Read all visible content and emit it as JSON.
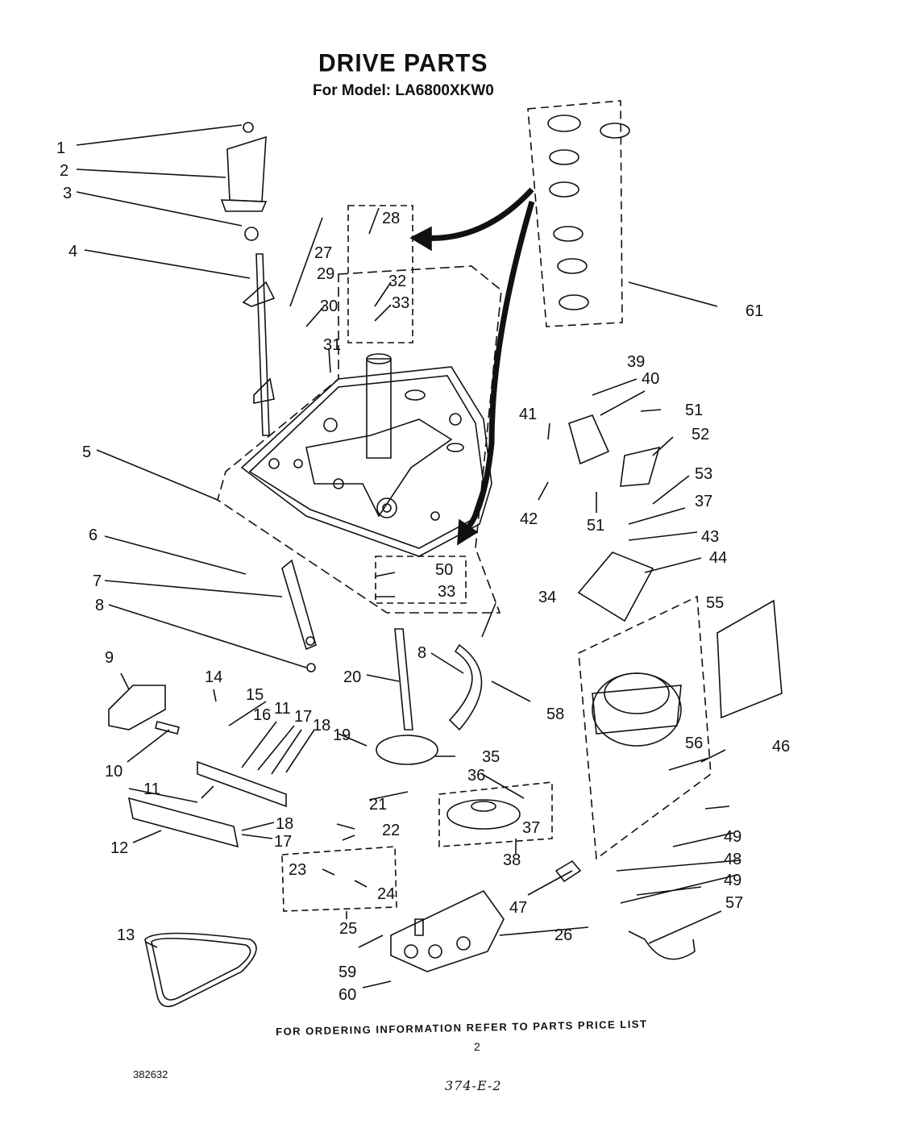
{
  "title": "DRIVE PARTS",
  "subtitle": "For Model: LA6800XKW0",
  "footer": "FOR ORDERING INFORMATION REFER TO PARTS PRICE LIST",
  "page_number": "2",
  "doc_number": "382632",
  "handwritten_note": "374-E-2",
  "callouts": [
    "1",
    "2",
    "3",
    "4",
    "5",
    "6",
    "7",
    "8",
    "9",
    "10",
    "11",
    "12",
    "13",
    "14",
    "15",
    "16",
    "11",
    "17",
    "18",
    "11",
    "18",
    "17",
    "19",
    "20",
    "8",
    "21",
    "22",
    "23",
    "24",
    "25",
    "26",
    "27",
    "28",
    "29",
    "30",
    "31",
    "32",
    "33",
    "50",
    "33",
    "34",
    "35",
    "36",
    "37",
    "38",
    "39",
    "40",
    "41",
    "42",
    "43",
    "44",
    "46",
    "47",
    "48",
    "49",
    "49",
    "51",
    "51",
    "52",
    "53",
    "37",
    "55",
    "56",
    "57",
    "58",
    "59",
    "60",
    "61"
  ]
}
